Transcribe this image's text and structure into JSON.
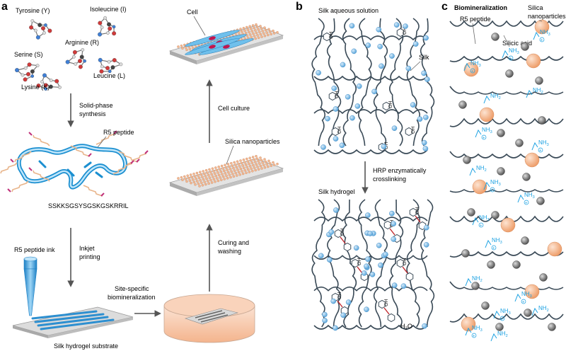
{
  "panels": {
    "a": "a",
    "b": "b",
    "c": "c"
  },
  "panel_a": {
    "amino_acids": {
      "tyrosine": "Tyrosine (Y)",
      "isoleucine": "Isoleucine (I)",
      "arginine": "Arginine (R)",
      "serine": "Serine (S)",
      "leucine": "Leucine (L)",
      "lysine": "Lysine (K)"
    },
    "step_synthesis": [
      "Solid-phase",
      "synthesis"
    ],
    "r5_peptide": "R5 peptide",
    "sequence": "SSKKSGSYSGSKGSKRRIL",
    "step_inkjet": [
      "Inkjet",
      "printing"
    ],
    "ink_label": "R5 peptide ink",
    "step_biomin": [
      "Site-specific",
      "biomineralization"
    ],
    "substrate_label": "Silk hydrogel substrate",
    "step_curing": [
      "Curing and",
      "washing"
    ],
    "silica_label": "Silica nanoparticles",
    "step_culture": "Cell culture",
    "cell_label": "Cell"
  },
  "panel_b": {
    "top_title": "Silk aqueous solution",
    "silk_label": "Silk",
    "oh": "OH",
    "step": [
      "HRP enzymatically",
      "crosslinking"
    ],
    "bottom_title": "Silk hydrogel",
    "water": "H",
    "water_sub": "2",
    "water_o": "O"
  },
  "panel_c": {
    "title": "Biomineralization",
    "r5_label": "R5 peptide",
    "silica_label": [
      "Silica",
      "nanoparticles"
    ],
    "silicic_label": "Silicic acid",
    "nh3": "NH",
    "nh3_sub": "3",
    "nh2": "NH",
    "nh2_sub": "2",
    "plus": "+"
  },
  "colors": {
    "blue_accent": "#1ba1e2",
    "silk_chain": "#3a4a57",
    "silica_orange": "#f3b892",
    "bead_blue": "#7fb9e0",
    "arrow_gray": "#555555",
    "crosslink_red": "#c0272d"
  }
}
